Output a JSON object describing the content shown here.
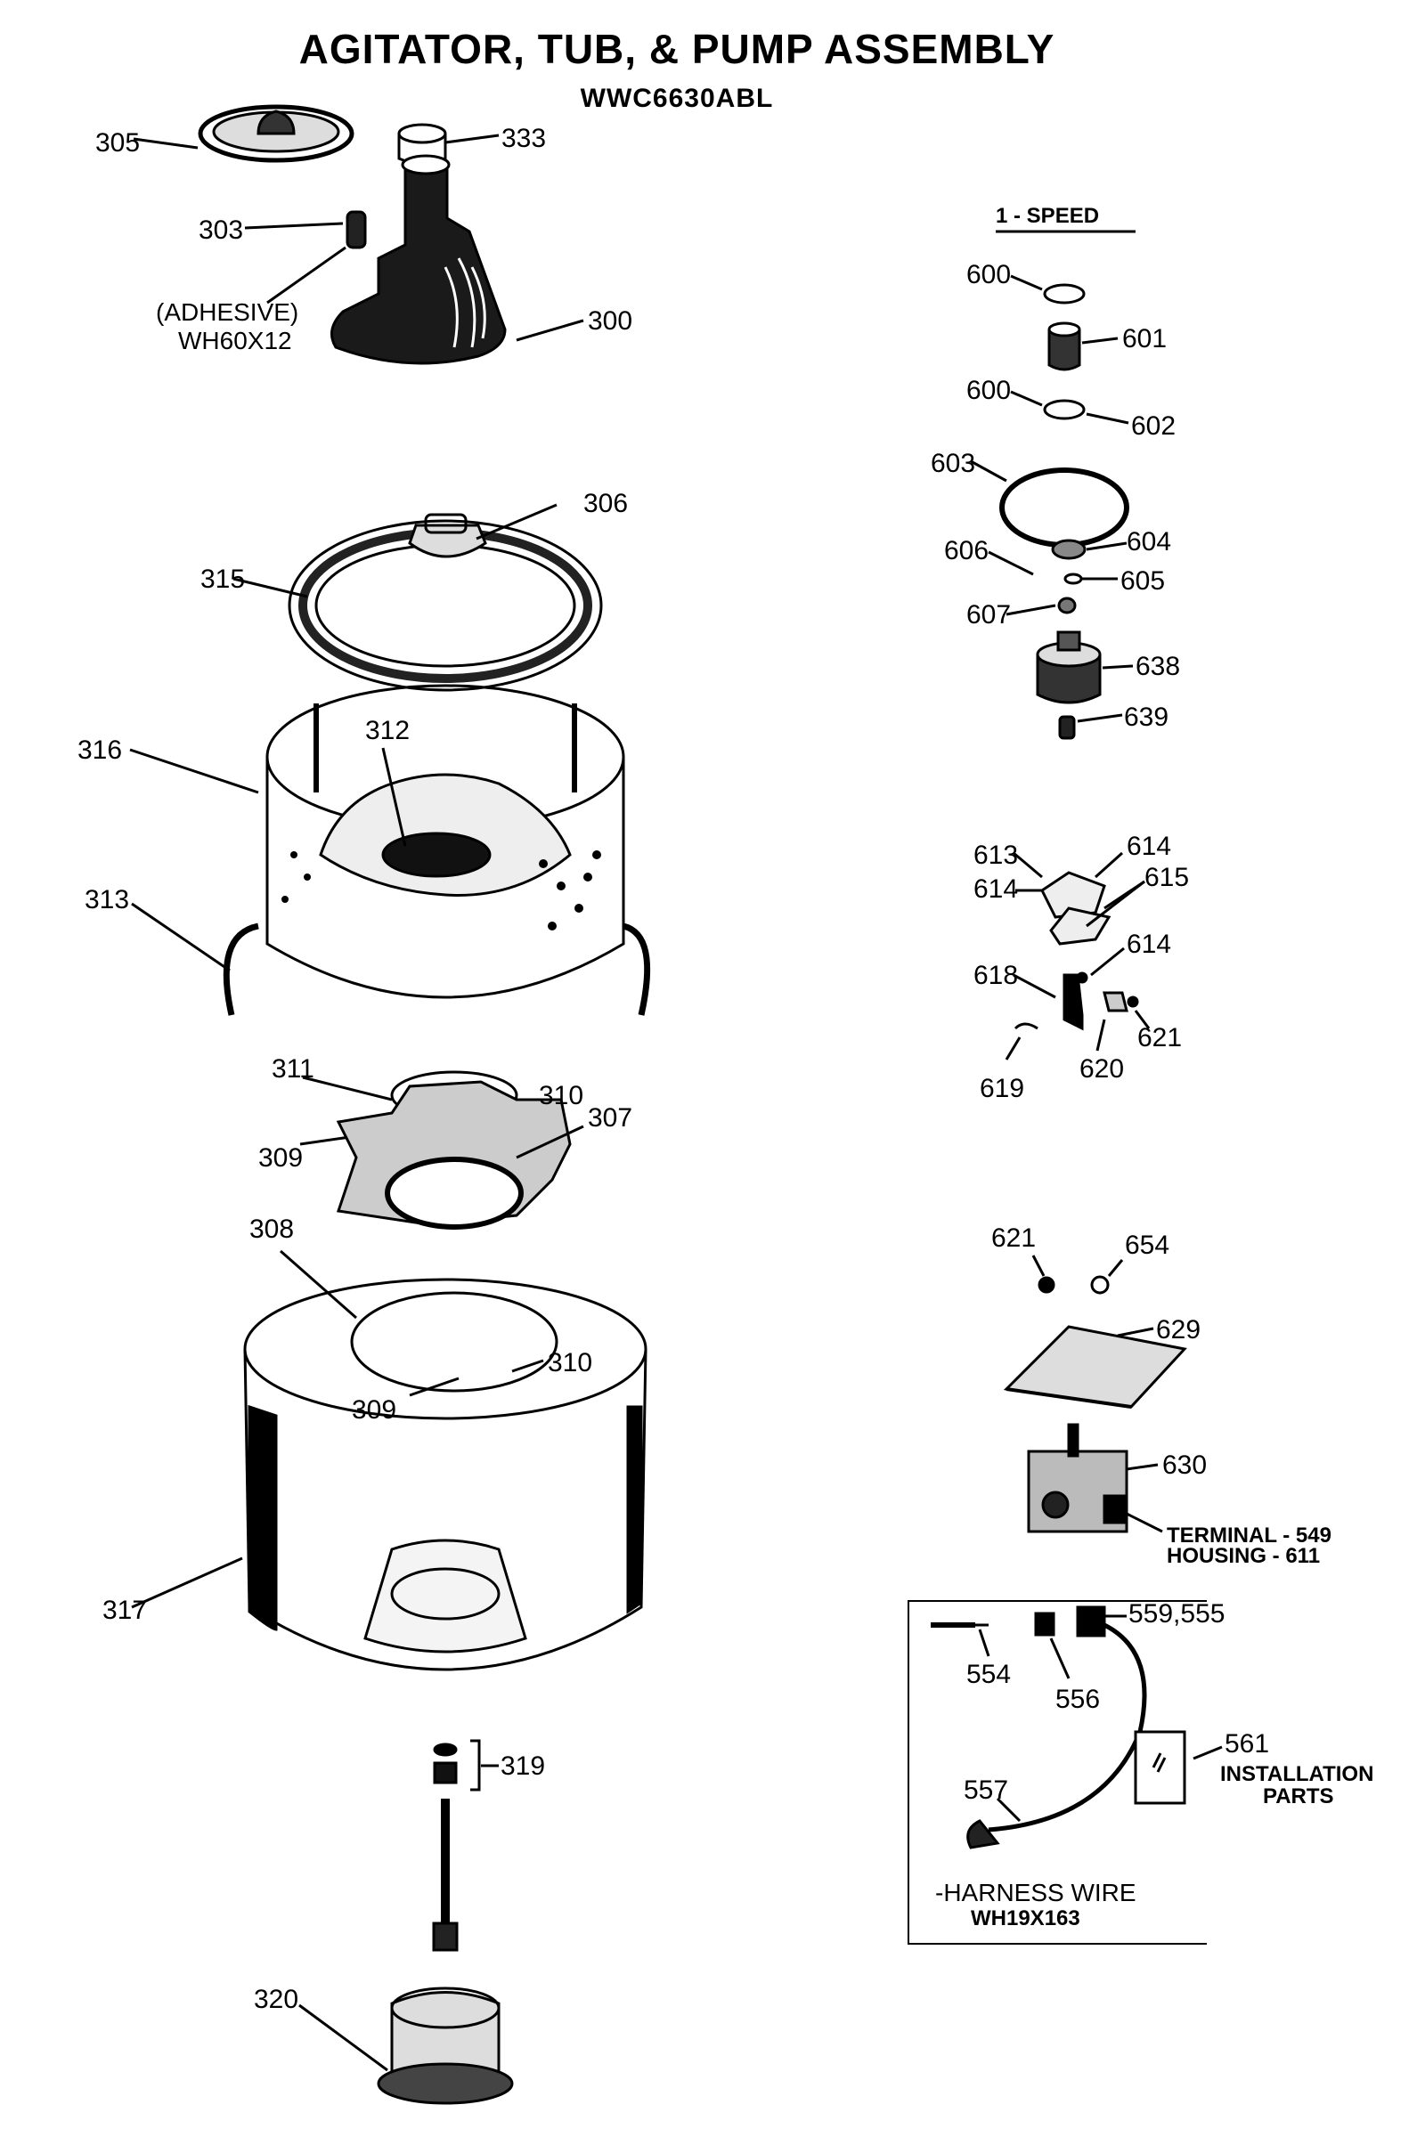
{
  "header": {
    "title": "AGITATOR, TUB, & PUMP ASSEMBLY",
    "model": "WWC6630ABL"
  },
  "section": {
    "speed_label": "1 - SPEED"
  },
  "notes": {
    "adhesive": "(ADHESIVE)",
    "adhesive_part": "WH60X12",
    "terminal": "TERMINAL - 549",
    "housing": "HOUSING - 611",
    "harness": "-HARNESS WIRE",
    "harness_part": "WH19X163",
    "installation": "INSTALLATION",
    "parts": "PARTS"
  },
  "callouts": {
    "p305": "305",
    "p333": "333",
    "p303": "303",
    "p300": "300",
    "p306": "306",
    "p315": "315",
    "p316": "316",
    "p312": "312",
    "p313": "313",
    "p311": "311",
    "p310a": "310",
    "p309a": "309",
    "p307": "307",
    "p308": "308",
    "p310b": "310",
    "p309b": "309",
    "p317": "317",
    "p319": "319",
    "p320": "320",
    "p600a": "600",
    "p601": "601",
    "p600b": "600",
    "p602": "602",
    "p603": "603",
    "p604": "604",
    "p606": "606",
    "p605": "605",
    "p607": "607",
    "p638": "638",
    "p639": "639",
    "p613": "613",
    "p614a": "614",
    "p614b": "614",
    "p615": "615",
    "p614c": "614",
    "p618": "618",
    "p621a": "621",
    "p620": "620",
    "p619": "619",
    "p621b": "621",
    "p654": "654",
    "p629": "629",
    "p630": "630",
    "p559": "559,555",
    "p554": "554",
    "p556": "556",
    "p557": "557",
    "p561": "561"
  }
}
